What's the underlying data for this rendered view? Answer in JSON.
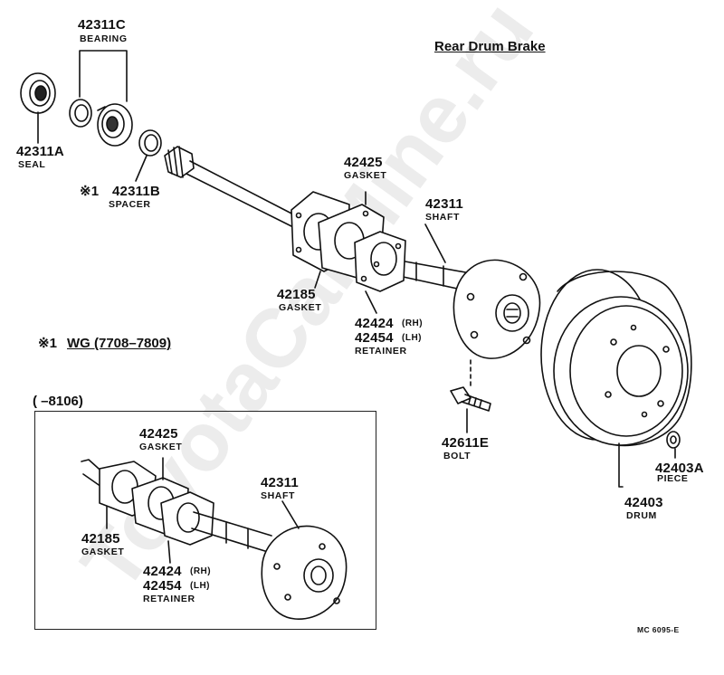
{
  "title": "Rear Drum Brake",
  "watermark": "ToyotaCarMine.ru",
  "diagram_code": "MC 6095-E",
  "note": {
    "symbol": "※1",
    "text": "WG (7708–7809)"
  },
  "subpanel": {
    "range_label": "(      –8106)"
  },
  "parts": {
    "bearing": {
      "number": "42311C",
      "name": "BEARING"
    },
    "seal": {
      "number": "42311A",
      "name": "SEAL"
    },
    "spacer": {
      "mark": "※1",
      "number": "42311B",
      "name": "SPACER"
    },
    "gasket_outer": {
      "number": "42425",
      "name": "GASKET"
    },
    "gasket_inner": {
      "number": "42185",
      "name": "GASKET"
    },
    "shaft": {
      "number": "42311",
      "name": "SHAFT"
    },
    "retainer": {
      "number_rh": "42424",
      "rh": "(RH)",
      "number_lh": "42454",
      "lh": "(LH)",
      "name": "RETAINER"
    },
    "bolt": {
      "number": "42611E",
      "name": "BOLT"
    },
    "piece": {
      "number": "42403A",
      "name": "PIECE"
    },
    "drum": {
      "number": "42403",
      "name": "DRUM"
    }
  },
  "subparts": {
    "gasket_outer": {
      "number": "42425",
      "name": "GASKET"
    },
    "shaft": {
      "number": "42311",
      "name": "SHAFT"
    },
    "gasket_inner": {
      "number": "42185",
      "name": "GASKET"
    },
    "retainer": {
      "number_rh": "42424",
      "rh": "(RH)",
      "number_lh": "42454",
      "lh": "(LH)",
      "name": "RETAINER"
    }
  }
}
